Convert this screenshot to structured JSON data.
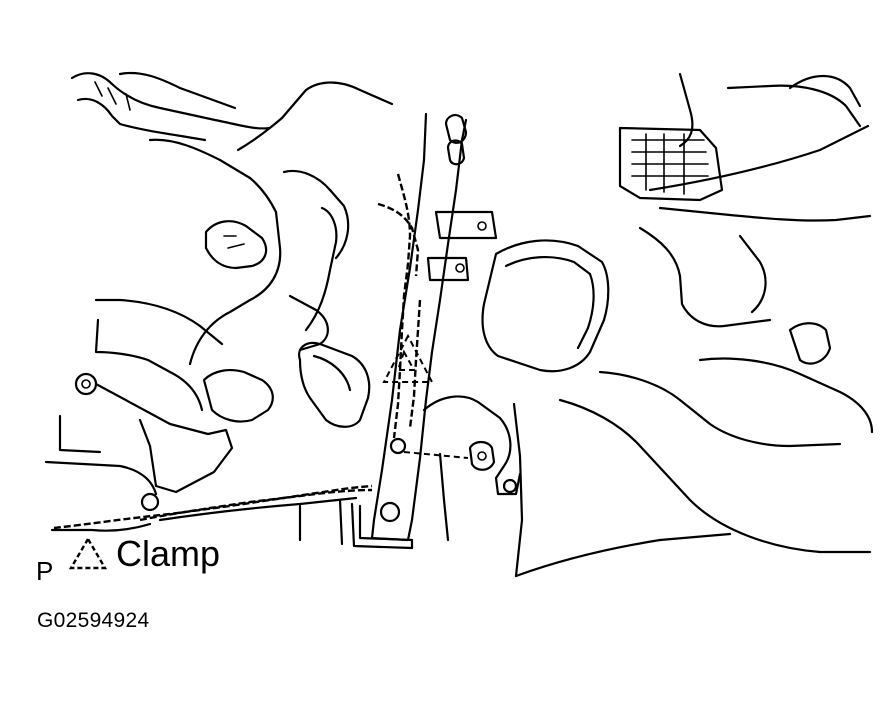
{
  "legend": {
    "marker": "P",
    "symbol": "dashed-triangle-clamp-icon",
    "label": "Clamp"
  },
  "figure_id": "G02594924"
}
